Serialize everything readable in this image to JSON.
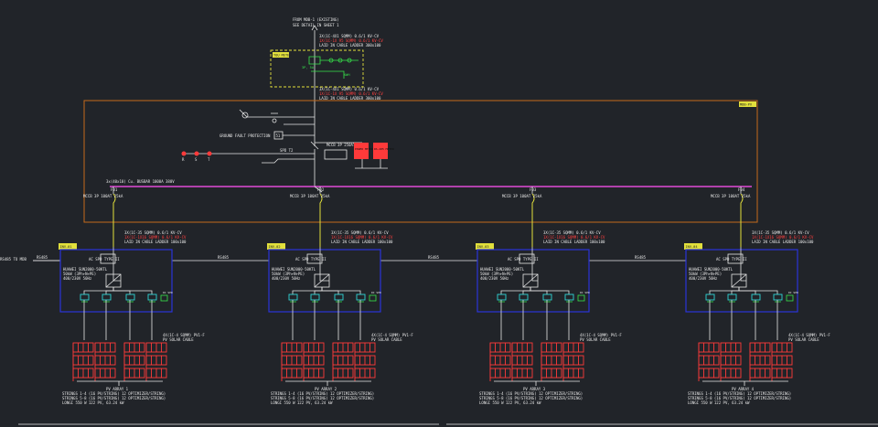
{
  "title_block": {
    "source_line1": "FROM MDB-1 (EXISTING)",
    "source_line2": "SEE DETAIL IN SHEET 1"
  },
  "cable_top": {
    "line1": "3X(1C-4X1 SQMM) 0.6/1 KV-CV",
    "line2": "1X(1C-1X 95 SQMM) 0.6/1 KV-CV",
    "line3": "LAID IN CABLE LADDER 300x100"
  },
  "cable_mid": {
    "line1": "3X(1C-4X1 SQMM) 0.6/1 KV-CV",
    "line2": "1X(1C-1X 95 SQMM) 0.6/1 KV-CV",
    "line3": "LAID IN CABLE LADDER 300x100"
  },
  "meter_box": {
    "label": "TOU METER",
    "green_labels": [
      "3P, 5A",
      "KWH"
    ]
  },
  "mdb": {
    "tag": "MDB-PV",
    "ground_fault": "GROUND FAULT PROTECTION",
    "gf_code": "51",
    "power_meter": "POWER METER",
    "rs485": "RS-485 METER",
    "mccb_main": "MCCB 3P 250AT",
    "busbar": "3x(40x10) Cu. BUSBAR 1000A 380V",
    "spd": "SPD T2",
    "lamps": [
      "R",
      "S",
      "T"
    ],
    "feeders": [
      {
        "id": "F01",
        "label": "MCCB 3P 100AT 25kA"
      },
      {
        "id": "F02",
        "label": "MCCB 3P 100AT 25kA"
      },
      {
        "id": "F03",
        "label": "MCCB 3P 100AT 25kA"
      },
      {
        "id": "F04",
        "label": "MCCB 3P 100AT 25kA"
      }
    ]
  },
  "comm": {
    "left_label": "RS485 TO MDB",
    "link_labels": [
      "RS485",
      "RS485",
      "RS485",
      "RS485"
    ]
  },
  "inverters": [
    {
      "tag": "INV-01",
      "cable": [
        "3X(1C-35 SQMM) 0.6/1 KV-CV",
        "1X(1C-1X16 SQMM) 0.6/1 KV-CV",
        "LAID IN CABLE LADDER 100x100"
      ],
      "ac": "AC SPD TYPE II",
      "model": "HUAWEI SUN2000-50KTL",
      "spec": [
        "50kW (3Ph+N+PE)",
        "400/230V 50Hz"
      ],
      "dc": "DC SPD",
      "dc_cable": [
        "4X(1C-4 SQMM) PV1-F",
        "PV SOLAR CABLE"
      ],
      "array_title": "PV ARRAY 1",
      "array_lines": [
        "STRINGS 1-4 (16 PV/STRING) 12 OPTIMIZER/STRING)",
        "STRINGS 5-8 (16 PV/STRING) 12 OPTIMIZER/STRING)",
        "LONGI 550 W 122 PV, 63.24 kW"
      ]
    },
    {
      "tag": "INV-02",
      "cable": [
        "3X(1C-35 SQMM) 0.6/1 KV-CV",
        "1X(1C-1X16 SQMM) 0.6/1 KV-CV",
        "LAID IN CABLE LADDER 100x100"
      ],
      "ac": "AC SPD TYPE II",
      "model": "HUAWEI SUN2000-50KTL",
      "spec": [
        "50kW (3Ph+N+PE)",
        "400/230V 50Hz"
      ],
      "dc": "DC SPD",
      "dc_cable": [
        "4X(1C-4 SQMM) PV1-F",
        "PV SOLAR CABLE"
      ],
      "array_title": "PV ARRAY 2",
      "array_lines": [
        "STRINGS 1-4 (16 PV/STRING) 12 OPTIMIZER/STRING)",
        "STRINGS 5-8 (16 PV/STRING) 12 OPTIMIZER/STRING)",
        "LONGI 550 W 122 PV, 63.24 kW"
      ]
    },
    {
      "tag": "INV-03",
      "cable": [
        "3X(1C-35 SQMM) 0.6/1 KV-CV",
        "1X(1C-1X16 SQMM) 0.6/1 KV-CV",
        "LAID IN CABLE LADDER 100x100"
      ],
      "ac": "AC SPD TYPE II",
      "model": "HUAWEI SUN2000-50KTL",
      "spec": [
        "50kW (3Ph+N+PE)",
        "400/230V 50Hz"
      ],
      "dc": "DC SPD",
      "dc_cable": [
        "4X(1C-4 SQMM) PV1-F",
        "PV SOLAR CABLE"
      ],
      "array_title": "PV ARRAY 3",
      "array_lines": [
        "STRINGS 1-4 (16 PV/STRING) 12 OPTIMIZER/STRING)",
        "STRINGS 5-8 (16 PV/STRING) 12 OPTIMIZER/STRING)",
        "LONGI 550 W 122 PV, 63.24 kW"
      ]
    },
    {
      "tag": "INV-04",
      "cable": [
        "3X(1C-35 SQMM) 0.6/1 KV-CV",
        "1X(1C-1X16 SQMM) 0.6/1 KV-CV",
        "LAID IN CABLE LADDER 100x100"
      ],
      "ac": "AC SPD TYPE II",
      "model": "HUAWEI SUN2000-50KTL",
      "spec": [
        "50kW (3Ph+N+PE)",
        "400/230V 50Hz"
      ],
      "dc": "DC SPD",
      "dc_cable": [
        "4X(1C-4 SQMM) PV1-F",
        "PV SOLAR CABLE"
      ],
      "array_title": "PV ARRAY 4",
      "array_lines": [
        "STRINGS 1-4 (16 PV/STRING) 12 OPTIMIZER/STRING)",
        "STRINGS 5-8 (16 PV/STRING) 12 OPTIMIZER/STRING)",
        "LONGI 550 W 122 PV, 63.24 kW"
      ]
    }
  ],
  "colors": {
    "background": "#212429",
    "white": "#e6e6e6",
    "blue": "#2a34d8",
    "orange": "#c56a1a",
    "magenta": "#e14bd8",
    "yellow": "#e2e03c",
    "green": "#37e54b",
    "red": "#ff3a3a",
    "cyan": "#2fd6d6"
  }
}
